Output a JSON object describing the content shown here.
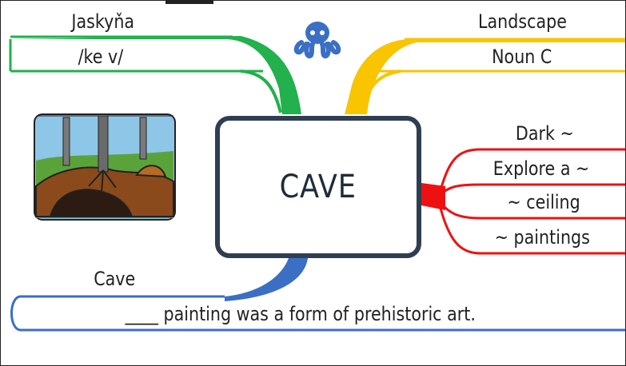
{
  "title_word": "CAVE",
  "branches": {
    "green": {
      "color": "#22b14c",
      "label": "Jaskyňa",
      "detail": "/ke   v/"
    },
    "yellow": {
      "color": "#f9c400",
      "label": "Landscape",
      "detail": "Noun C"
    },
    "red": {
      "color": "#ee1111",
      "items": [
        "Dark ~",
        "Explore a ~",
        "~ ceiling",
        "~ paintings"
      ]
    },
    "blue": {
      "color": "#3a6fc4",
      "label": "Cave",
      "sentence": "____ painting was a form of prehistoric art."
    }
  },
  "icons": {
    "logo": "octopus-icon",
    "picture": "cave-illustration"
  }
}
